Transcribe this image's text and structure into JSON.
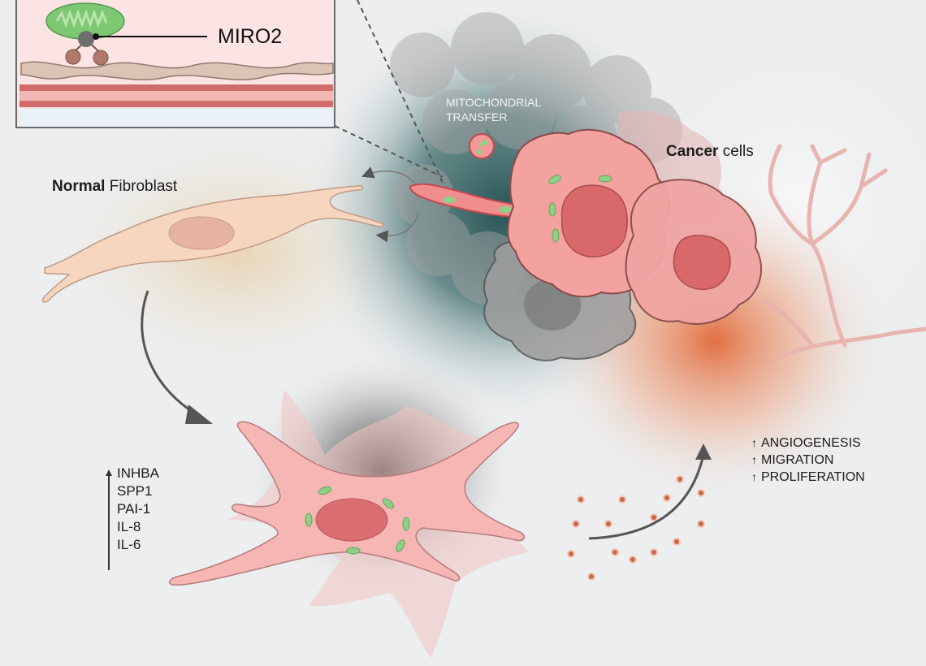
{
  "figure": {
    "title": "Mitochondrial transfer from cancer cells to fibroblasts",
    "inset": {
      "protein_label": "MIRO2"
    },
    "labels": {
      "normal_fibroblast": {
        "bold": "Normal",
        "rest": " Fibroblast"
      },
      "cancer_cells": {
        "bold": "Cancer",
        "rest": " cells"
      },
      "mitochondrial_transfer": [
        "MITOCHONDRIAL",
        "TRANSFER"
      ]
    },
    "upregulated_markers": {
      "direction": "up",
      "items": [
        "INHBA",
        "SPP1",
        "PAI-1",
        "IL-8",
        "IL-6"
      ]
    },
    "effects": {
      "direction": "up",
      "arrow_glyph": "↑",
      "items": [
        "ANGIOGENESIS",
        "MIGRATION",
        "PROLIFERATION"
      ]
    },
    "colors": {
      "background": "#eceeef",
      "fibroblast_normal": "#f7d5bd",
      "fibroblast_activated": "#f5b8b6",
      "cancer_cell": "#f29a99",
      "nucleus": "#d96d6f",
      "mitochondria": "#8fcf86",
      "secreted_factor": "#c8674a",
      "teal_glow": "#2f5b5b",
      "orange_glow": "#e0683a"
    }
  }
}
